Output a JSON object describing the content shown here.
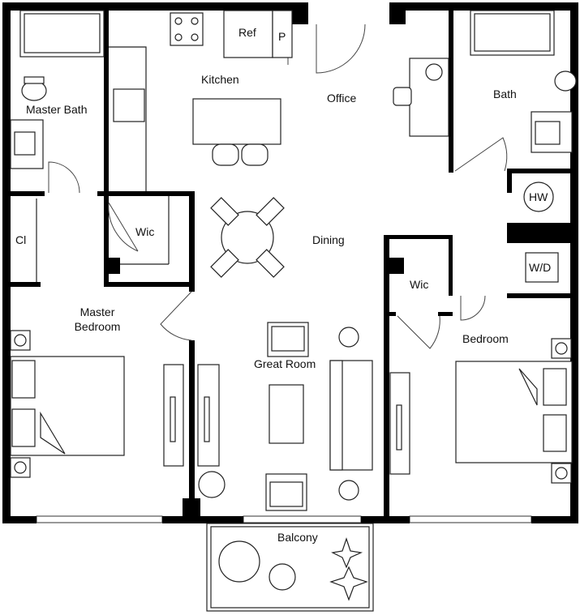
{
  "rooms": {
    "ref": "Ref",
    "pantry": "P",
    "kitchen": "Kitchen",
    "office": "Office",
    "bath": "Bath",
    "master_bath": "Master Bath",
    "closet": "Cl",
    "master_wic": "Wic",
    "dining": "Dining",
    "hw": "HW",
    "wd": "W/D",
    "bedroom_wic": "Wic",
    "master_bedroom_line1": "Master",
    "master_bedroom_line2": "Bedroom",
    "great_room": "Great Room",
    "bedroom": "Bedroom",
    "balcony": "Balcony"
  }
}
